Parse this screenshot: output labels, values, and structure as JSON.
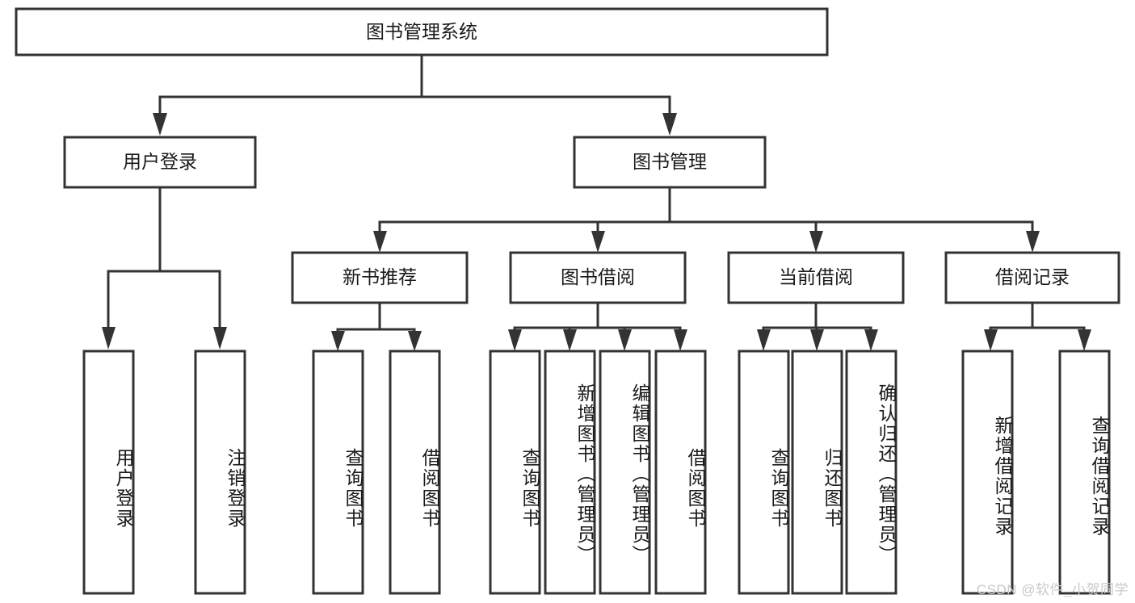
{
  "diagram": {
    "type": "tree-hierarchy-diagram",
    "title": "图书管理系统",
    "root": {
      "id": "root",
      "label": "图书管理系统",
      "orientation": "horizontal"
    },
    "level1": [
      {
        "id": "user-login",
        "label": "用户登录",
        "orientation": "horizontal"
      },
      {
        "id": "book-management",
        "label": "图书管理",
        "orientation": "horizontal"
      }
    ],
    "level2": [
      {
        "id": "new-book-recommend",
        "label": "新书推荐",
        "parent": "book-management",
        "orientation": "horizontal"
      },
      {
        "id": "book-borrow",
        "label": "图书借阅",
        "parent": "book-management",
        "orientation": "horizontal"
      },
      {
        "id": "current-borrow",
        "label": "当前借阅",
        "parent": "book-management",
        "orientation": "horizontal"
      },
      {
        "id": "borrow-record",
        "label": "借阅记录",
        "parent": "book-management",
        "orientation": "horizontal"
      }
    ],
    "leaves": [
      {
        "id": "leaf-user-login",
        "label": "用户登录",
        "parent": "user-login",
        "orientation": "vertical"
      },
      {
        "id": "leaf-logout-login",
        "label": "注销登录",
        "parent": "user-login",
        "orientation": "vertical"
      },
      {
        "id": "leaf-query-book-1",
        "label": "查询图书",
        "parent": "new-book-recommend",
        "orientation": "vertical"
      },
      {
        "id": "leaf-borrow-book-1",
        "label": "借阅图书",
        "parent": "new-book-recommend",
        "orientation": "vertical"
      },
      {
        "id": "leaf-query-book-2",
        "label": "查询图书",
        "parent": "book-borrow",
        "orientation": "vertical"
      },
      {
        "id": "leaf-add-book",
        "label": "新增图书（管理员）",
        "parent": "book-borrow",
        "orientation": "vertical"
      },
      {
        "id": "leaf-edit-book",
        "label": "编辑图书（管理员）",
        "parent": "book-borrow",
        "orientation": "vertical"
      },
      {
        "id": "leaf-borrow-book-2",
        "label": "借阅图书",
        "parent": "book-borrow",
        "orientation": "vertical"
      },
      {
        "id": "leaf-query-book-3",
        "label": "查询图书",
        "parent": "current-borrow",
        "orientation": "vertical"
      },
      {
        "id": "leaf-return-book",
        "label": "归还图书",
        "parent": "current-borrow",
        "orientation": "vertical"
      },
      {
        "id": "leaf-confirm-return",
        "label": "确认归还（管理员）",
        "parent": "current-borrow",
        "orientation": "vertical"
      },
      {
        "id": "leaf-add-record",
        "label": "新增借阅记录",
        "parent": "borrow-record",
        "orientation": "vertical"
      },
      {
        "id": "leaf-query-record",
        "label": "查询借阅记录",
        "parent": "borrow-record",
        "orientation": "vertical"
      }
    ],
    "colors": {
      "stroke": "#333333",
      "fill": "#ffffff",
      "text": "#1a1a1a",
      "watermark": "#c9c9c9"
    }
  },
  "watermark": {
    "text": "CSDN @软件_小贺同学"
  }
}
